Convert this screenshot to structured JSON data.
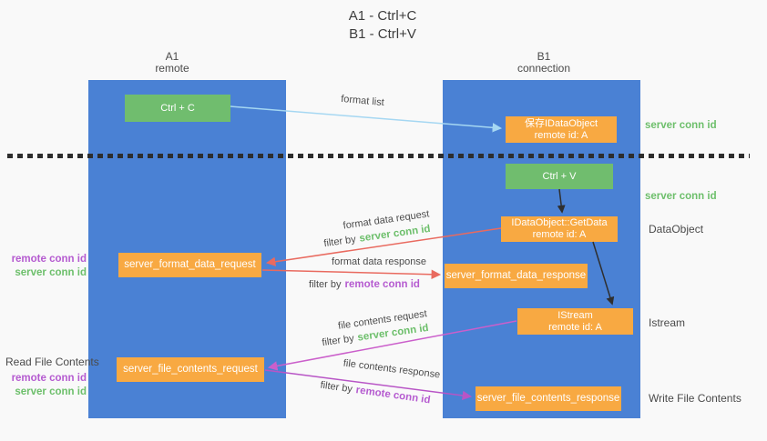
{
  "title": {
    "line1": "A1 - Ctrl+C",
    "line2": "B1 - Ctrl+V"
  },
  "lifelines": {
    "left": {
      "name": "A1",
      "role": "remote"
    },
    "right": {
      "name": "B1",
      "role": "connection"
    }
  },
  "nodes": {
    "ctrl_c": "Ctrl + C",
    "ctrl_v": "Ctrl + V",
    "save_idataobject_line1": "保存IDataObject",
    "save_idataobject_line2": "remote id: A",
    "getdata_line1": "IDataObject::GetData",
    "getdata_line2": "remote id: A",
    "istream_line1": "IStream",
    "istream_line2": "remote id: A",
    "server_format_data_request": "server_format_data_request",
    "server_format_data_response": "server_format_data_response",
    "server_file_contents_request": "server_file_contents_request",
    "server_file_contents_response": "server_file_contents_response"
  },
  "arrow_labels": {
    "format_list": "format list",
    "format_data_request": "format data request",
    "format_data_response": "format data response",
    "file_contents_request": "file contents request",
    "file_contents_response": "file contents response",
    "filter_by": "filter by",
    "server_conn_id": "server conn id",
    "remote_conn_id": "remote conn id"
  },
  "side_labels": {
    "server_conn_id_top": "server conn id",
    "server_conn_id_mid": "server conn id",
    "dataobject": "DataObject",
    "istream": "Istream",
    "read_file_contents": "Read File Contents",
    "write_file_contents": "Write File Contents",
    "remote_conn_id_1": "remote conn id",
    "server_conn_id_1": "server conn id",
    "remote_conn_id_2": "remote conn id",
    "server_conn_id_2": "server conn id"
  },
  "colors": {
    "lifeline_blue": "#4a81d4",
    "action_green": "#70bd6e",
    "node_orange": "#f8a942",
    "arrow_light_blue": "#a5d7f2",
    "arrow_black": "#2f2f2f",
    "arrow_red": "#e96a5f",
    "arrow_magenta": "#cb5fcb",
    "arrow_purple": "#b855c6",
    "text_green": "#6dbf6b",
    "text_purple": "#b55bd0",
    "text_dark": "#4a4a4a",
    "background": "#f9f9f9"
  }
}
